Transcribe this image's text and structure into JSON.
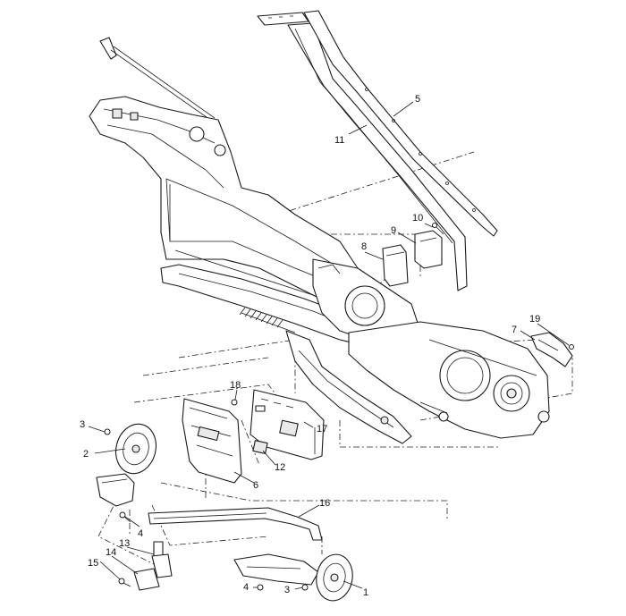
{
  "callouts": [
    {
      "id": "1",
      "label": "1"
    },
    {
      "id": "2",
      "label": "2"
    },
    {
      "id": "3a",
      "label": "3"
    },
    {
      "id": "3b",
      "label": "3"
    },
    {
      "id": "4a",
      "label": "4"
    },
    {
      "id": "4b",
      "label": "4"
    },
    {
      "id": "5",
      "label": "5"
    },
    {
      "id": "6",
      "label": "6"
    },
    {
      "id": "7",
      "label": "7"
    },
    {
      "id": "8",
      "label": "8"
    },
    {
      "id": "9",
      "label": "9"
    },
    {
      "id": "10",
      "label": "10"
    },
    {
      "id": "11",
      "label": "11"
    },
    {
      "id": "12",
      "label": "12"
    },
    {
      "id": "13",
      "label": "13"
    },
    {
      "id": "14",
      "label": "14"
    },
    {
      "id": "15",
      "label": "15"
    },
    {
      "id": "16",
      "label": "16"
    },
    {
      "id": "17",
      "label": "17"
    },
    {
      "id": "18",
      "label": "18"
    },
    {
      "id": "19",
      "label": "19"
    }
  ]
}
